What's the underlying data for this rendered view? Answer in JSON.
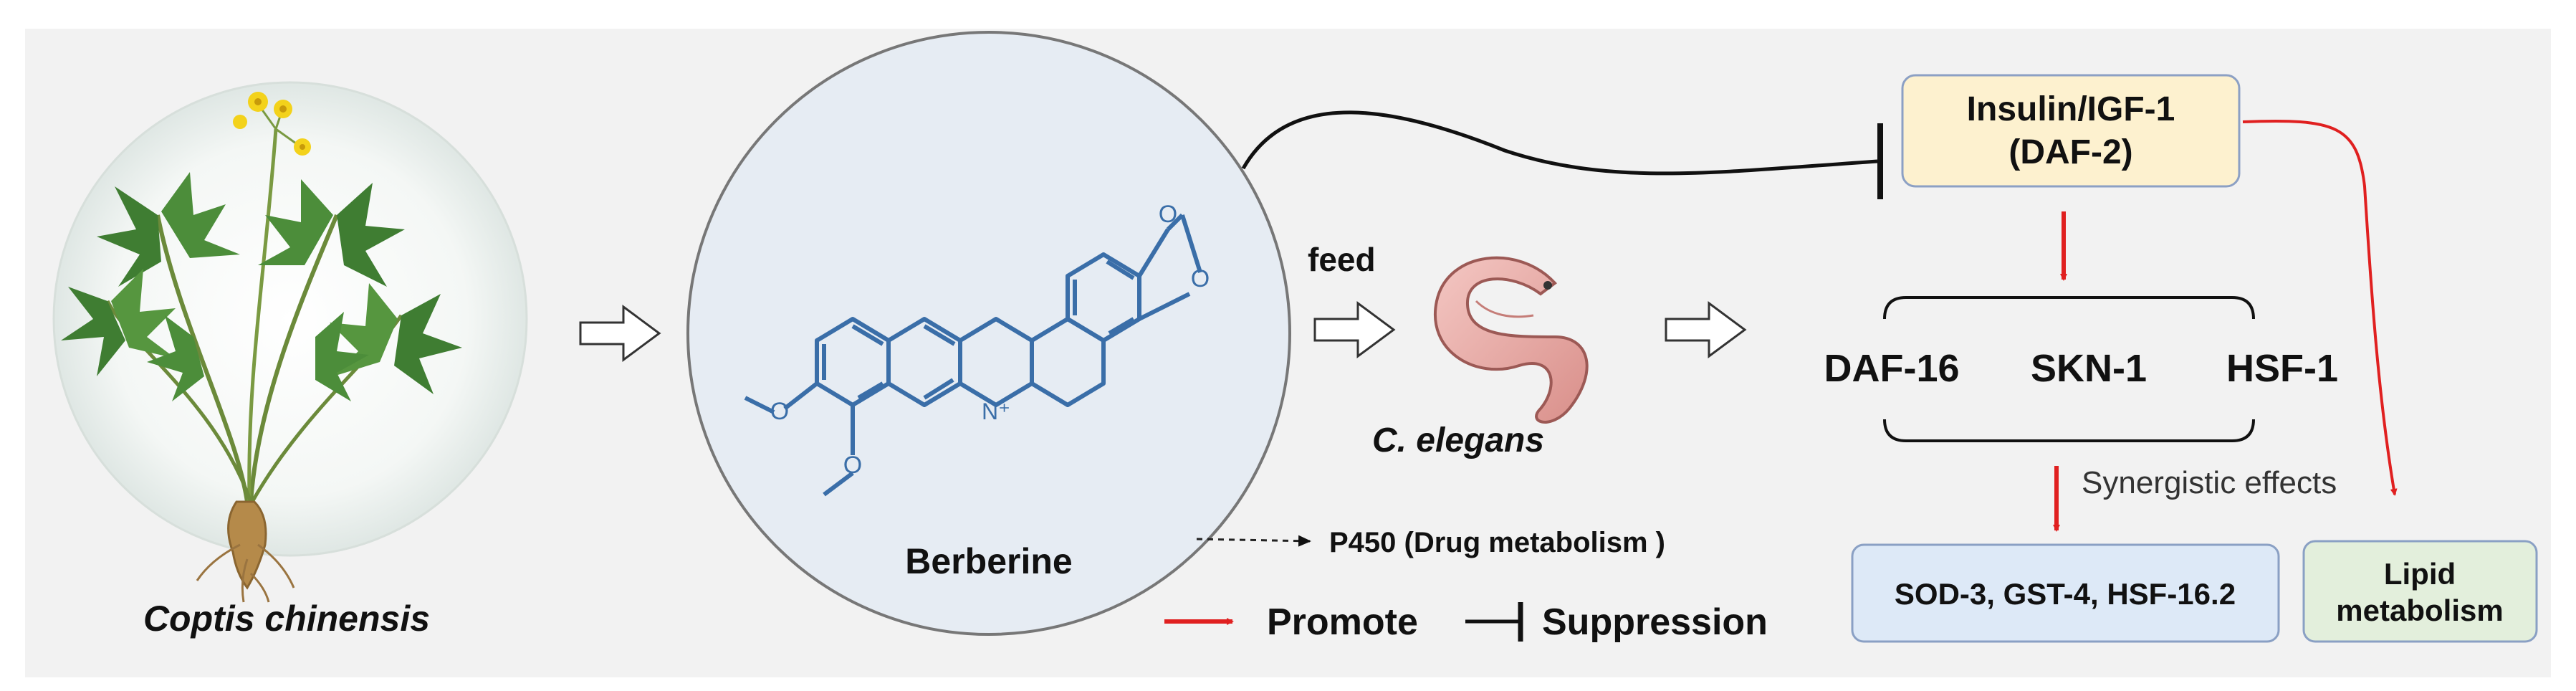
{
  "plant": {
    "label": "Coptis chinensis"
  },
  "compound": {
    "label": "Berberine"
  },
  "feed_label": "feed",
  "worm": {
    "label": "C. elegans"
  },
  "metabolism": {
    "label": "P450 (Drug metabolism )"
  },
  "insulin_box": {
    "line1": "Insulin/IGF-1",
    "line2": "(DAF-2)"
  },
  "factors": [
    "DAF-16",
    "SKN-1",
    "HSF-1"
  ],
  "synergy_label": "Synergistic effects",
  "targets_box": {
    "label": "SOD-3, GST-4, HSF-16.2"
  },
  "lipid_box": {
    "line1": "Lipid",
    "line2": "metabolism"
  },
  "legend": {
    "promote": "Promote",
    "suppression": "Suppression"
  },
  "colors": {
    "panel_bg": "#f2f2f2",
    "molecule_blue": "#3a6ea8",
    "promote_red": "#e02020",
    "insulin_fill": "#fdf1cf",
    "targets_fill": "#dde9f7",
    "lipid_fill": "#e3efdc",
    "circle_fill": "#e6ecf3"
  },
  "icons": [
    "plant-illustration",
    "berberine-structure",
    "worm-illustration",
    "hollow-arrow-icon",
    "promote-arrow-icon",
    "suppression-bar-icon"
  ]
}
